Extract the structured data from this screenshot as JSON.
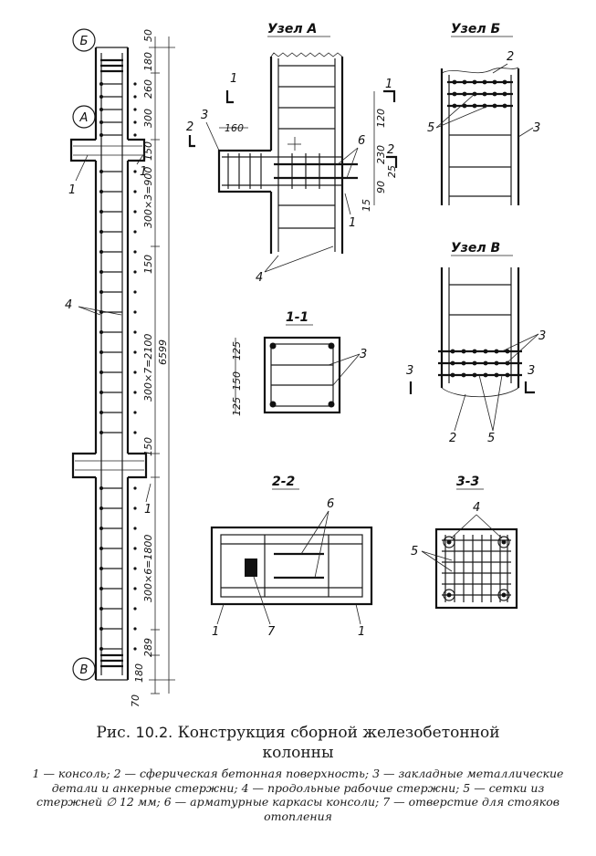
{
  "labels": {
    "B_top": "Б",
    "A_left": "А",
    "V_bottom": "В",
    "node_a": "Узел А",
    "node_b": "Узел Б",
    "node_v": "Узел В",
    "sec_11": "1-1",
    "sec_22": "2-2",
    "sec_33": "3-3",
    "n1": "1",
    "n2": "2",
    "n3": "3",
    "n4": "4",
    "n5": "5",
    "n6": "6",
    "n7": "7"
  },
  "dims": {
    "d50": "50",
    "d180_top": "180",
    "d260": "260",
    "d300": "300",
    "d150_a": "150",
    "d900": "300×3=900",
    "d150_b": "150",
    "d2100": "300×7=2100",
    "d6599": "6599",
    "d150_c": "150",
    "d1800": "300×6=1800",
    "d289": "289",
    "d180_bot": "180",
    "d70": "70",
    "d160": "160",
    "d120": "120",
    "d230": "230",
    "d90": "90",
    "d25": "25",
    "d15": "15",
    "d125a": "125",
    "d150m": "150",
    "d125b": "125"
  },
  "caption": {
    "prefix": "Рис.",
    "number": "10.2.",
    "title_line1": "Конструкция   сборной  железобетонной",
    "title_line2": "колонны",
    "legend": "1 — консоль; 2 — сферическая бетонная поверхность; 3 — закладные металлические детали и анкерные стержни; 4 — продольные рабочие стержни; 5 — сетки из стержней  ∅ 12 мм; 6 — арматурные каркасы консоли; 7 — отверстие для стояков отопления"
  }
}
